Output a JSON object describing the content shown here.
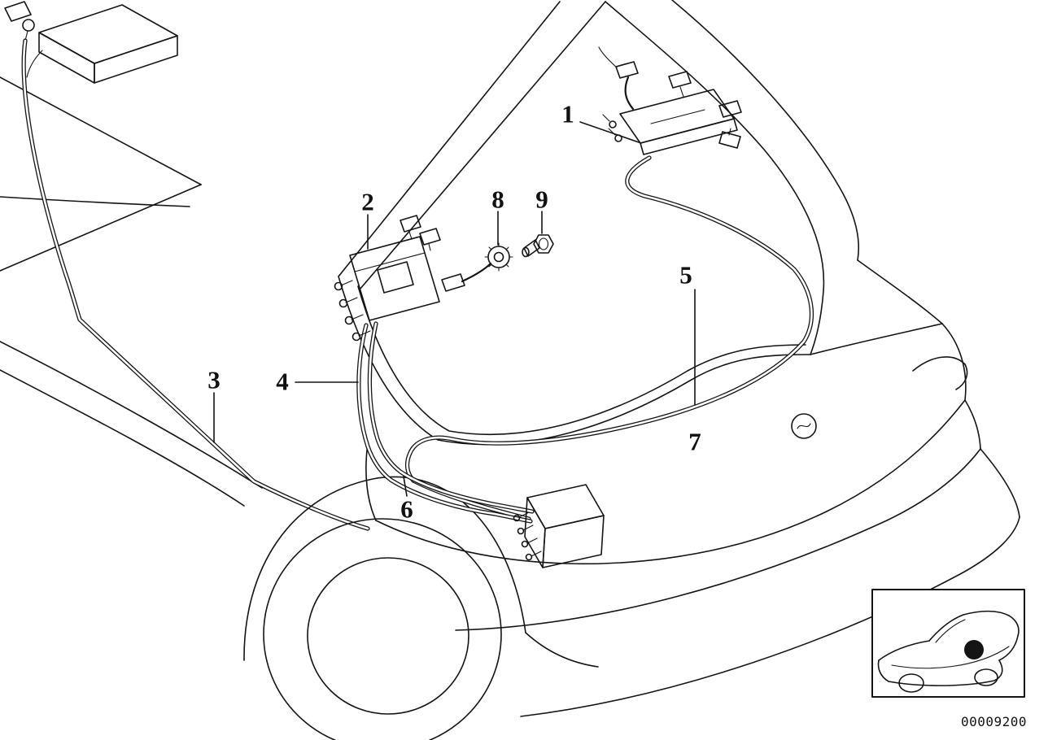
{
  "diagram": {
    "callouts": [
      {
        "label": "1"
      },
      {
        "label": "2"
      },
      {
        "label": "3"
      },
      {
        "label": "4"
      },
      {
        "label": "5"
      },
      {
        "label": "6"
      },
      {
        "label": "7"
      },
      {
        "label": "8"
      },
      {
        "label": "9"
      }
    ],
    "drawing_number": "00009200",
    "colors": {
      "line": "#141414",
      "background": "#ffffff"
    }
  }
}
